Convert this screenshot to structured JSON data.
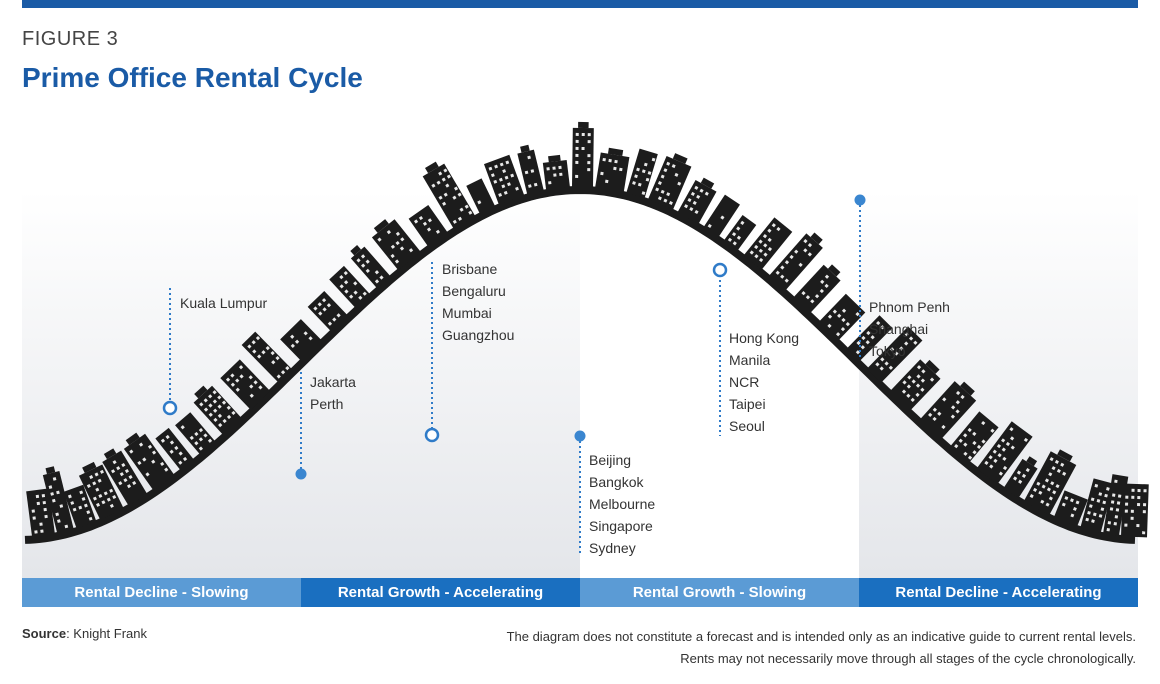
{
  "header": {
    "figure_label": "FIGURE 3",
    "title": "Prime Office Rental Cycle"
  },
  "colors": {
    "brand_blue": "#1a5ba6",
    "phase_light": "#5b9bd5",
    "phase_dark": "#1a6fc0",
    "building": "#1c1c1c"
  },
  "phases": [
    {
      "label": "Rental Decline - Slowing",
      "color": "#5b9bd5"
    },
    {
      "label": "Rental Growth - Accelerating",
      "color": "#1a6fc0"
    },
    {
      "label": "Rental Growth - Slowing",
      "color": "#5b9bd5"
    },
    {
      "label": "Rental Decline - Accelerating",
      "color": "#1a6fc0"
    }
  ],
  "markers": [
    {
      "id": "kl",
      "style": "hollow",
      "cities": [
        "Kuala Lumpur"
      ]
    },
    {
      "id": "jakarta",
      "style": "solid",
      "cities": [
        "Jakarta",
        "Perth"
      ]
    },
    {
      "id": "brisbane",
      "style": "hollow",
      "cities": [
        "Brisbane",
        "Bengaluru",
        "Mumbai",
        "Guangzhou"
      ]
    },
    {
      "id": "beijing",
      "style": "solid",
      "cities": [
        "Beijing",
        "Bangkok",
        "Melbourne",
        "Singapore",
        "Sydney"
      ]
    },
    {
      "id": "hongkong",
      "style": "hollow",
      "cities": [
        "Hong Kong",
        "Manila",
        "NCR",
        "Taipei",
        "Seoul"
      ]
    },
    {
      "id": "phnompenh",
      "style": "solid",
      "cities": [
        "Phnom Penh",
        "Shanghai",
        "Tokyo"
      ]
    }
  ],
  "footer": {
    "source_label": "Source",
    "source_value": ": Knight Frank",
    "disclaimer_line1": "The diagram does not constitute a forecast and is intended only as an indicative guide to current rental levels.",
    "disclaimer_line2": "Rents may not necessarily move through all stages of the cycle chronologically."
  }
}
